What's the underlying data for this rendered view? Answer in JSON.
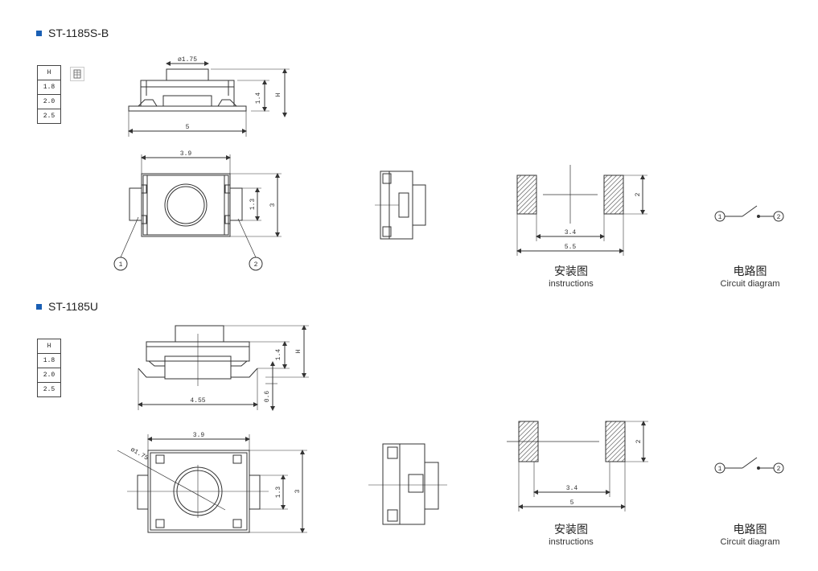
{
  "sections": [
    {
      "title": "ST-1185S-B",
      "table": [
        "H",
        "1.8",
        "2.0",
        "2.5"
      ],
      "dims": {
        "phi": "ø1.75",
        "h14": "1.4",
        "H": "H",
        "w5": "5",
        "w39": "3.9",
        "h13": "1.3",
        "h3": "3",
        "pin1": "1",
        "pin2": "2",
        "pad_h": "2",
        "pad_gap": "3.4",
        "pad_total": "5.5"
      },
      "install_cn": "安装图",
      "install_en": "instructions",
      "circuit_cn": "电路图",
      "circuit_en": "Circuit diagram",
      "circuit_pin1": "1",
      "circuit_pin2": "2"
    },
    {
      "title": "ST-1185U",
      "table": [
        "H",
        "1.8",
        "2.0",
        "2.5"
      ],
      "dims": {
        "h14": "1.4",
        "H": "H",
        "h06": "0.6",
        "w455": "4.55",
        "w39": "3.9",
        "phi": "ø1.75",
        "h13": "1.3",
        "h3": "3",
        "pad_h": "2",
        "pad_gap": "3.4",
        "pad_total": "5"
      },
      "install_cn": "安装图",
      "install_en": "instructions",
      "circuit_cn": "电路图",
      "circuit_en": "Circuit diagram",
      "circuit_pin1": "1",
      "circuit_pin2": "2"
    }
  ]
}
